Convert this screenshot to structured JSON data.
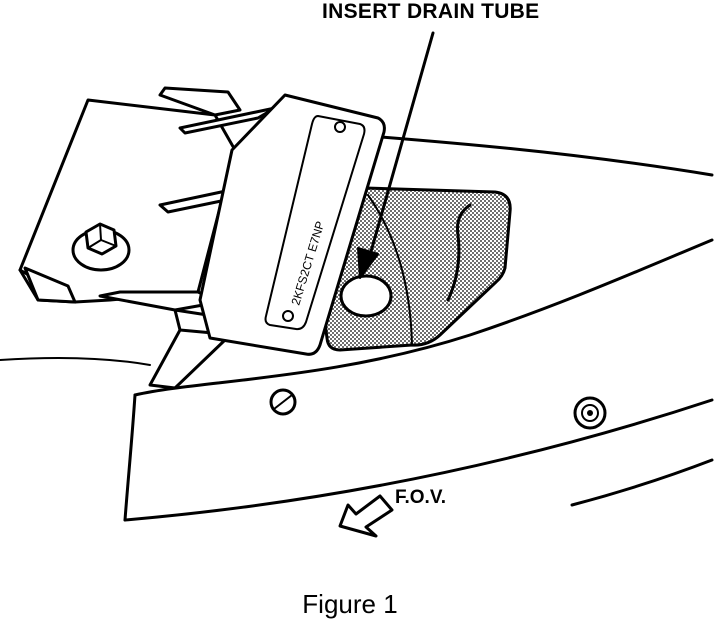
{
  "figure": {
    "callout": "INSERT DRAIN TUBE",
    "view_label": "F.O.V.",
    "caption": "Figure 1",
    "plate_marking": "2KFS2CT E7NP",
    "colors": {
      "ink": "#000000",
      "paper": "#ffffff",
      "screen_texture": "#7a7a7a"
    }
  }
}
